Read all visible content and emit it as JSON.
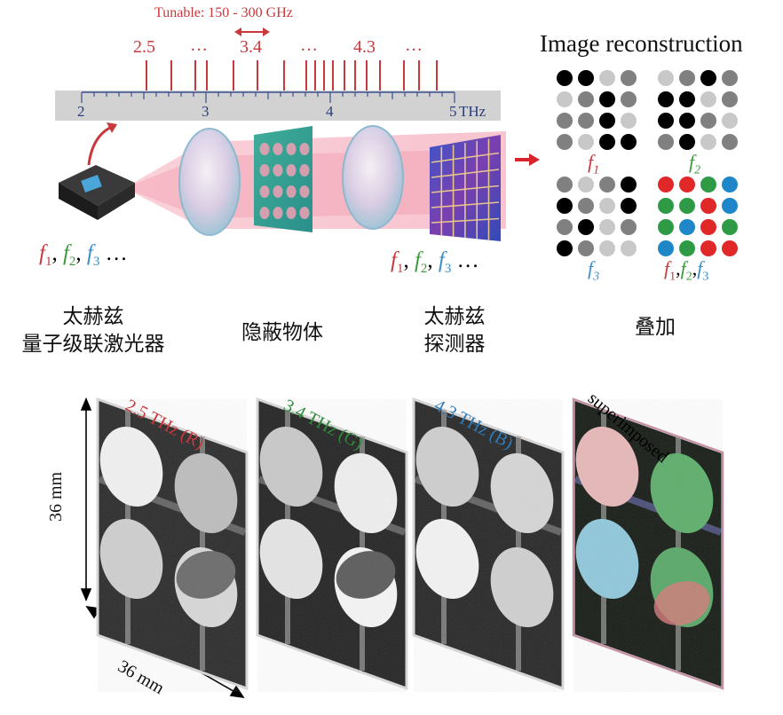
{
  "tunable": {
    "text": "Tunable: 150 - 300 GHz",
    "markers": [
      "2.5",
      "…",
      "3.4",
      "…",
      "4.3",
      "…"
    ]
  },
  "ruler": {
    "ticks": [
      "2",
      "3",
      "4",
      "5"
    ],
    "unit": "THz"
  },
  "source": {
    "freqs": [
      {
        "f": "f",
        "sub": "1",
        "sep": ","
      },
      {
        "f": "f",
        "sub": "2",
        "sep": ","
      },
      {
        "f": "f",
        "sub": "3",
        "sep": " …"
      }
    ]
  },
  "detector_freqs": [
    {
      "f": "f",
      "sub": "1",
      "sep": ","
    },
    {
      "f": "f",
      "sub": "2",
      "sep": ","
    },
    {
      "f": "f",
      "sub": "3",
      "sep": " …"
    }
  ],
  "reconstruction": {
    "title": "Image reconstruction",
    "labels": [
      {
        "f": "f",
        "sub": "1"
      },
      {
        "f": "f",
        "sub": "2"
      },
      {
        "f": "f",
        "sub": "3"
      }
    ],
    "combined": [
      {
        "f": "f",
        "sub": "1",
        "sep": ","
      },
      {
        "f": "f",
        "sub": "2",
        "sep": ","
      },
      {
        "f": "f",
        "sub": "3",
        "sep": ""
      }
    ]
  },
  "captions": {
    "laser": [
      "太赫兹",
      "量子级联激光器"
    ],
    "object": "隐蔽物体",
    "detector": [
      "太赫兹",
      "探测器"
    ],
    "overlay": "叠加"
  },
  "images": {
    "dim_vertical": "36 mm",
    "dim_horizontal": "36 mm",
    "labels": [
      "2.5 THz (R)",
      "3.4 THz (G)",
      "4.3 THz (B)",
      "superimposed"
    ]
  },
  "colors": {
    "red": "#c8383c",
    "green": "#3a9a3a",
    "blue": "#3a8ec8",
    "beam": "#f4a8b8"
  }
}
